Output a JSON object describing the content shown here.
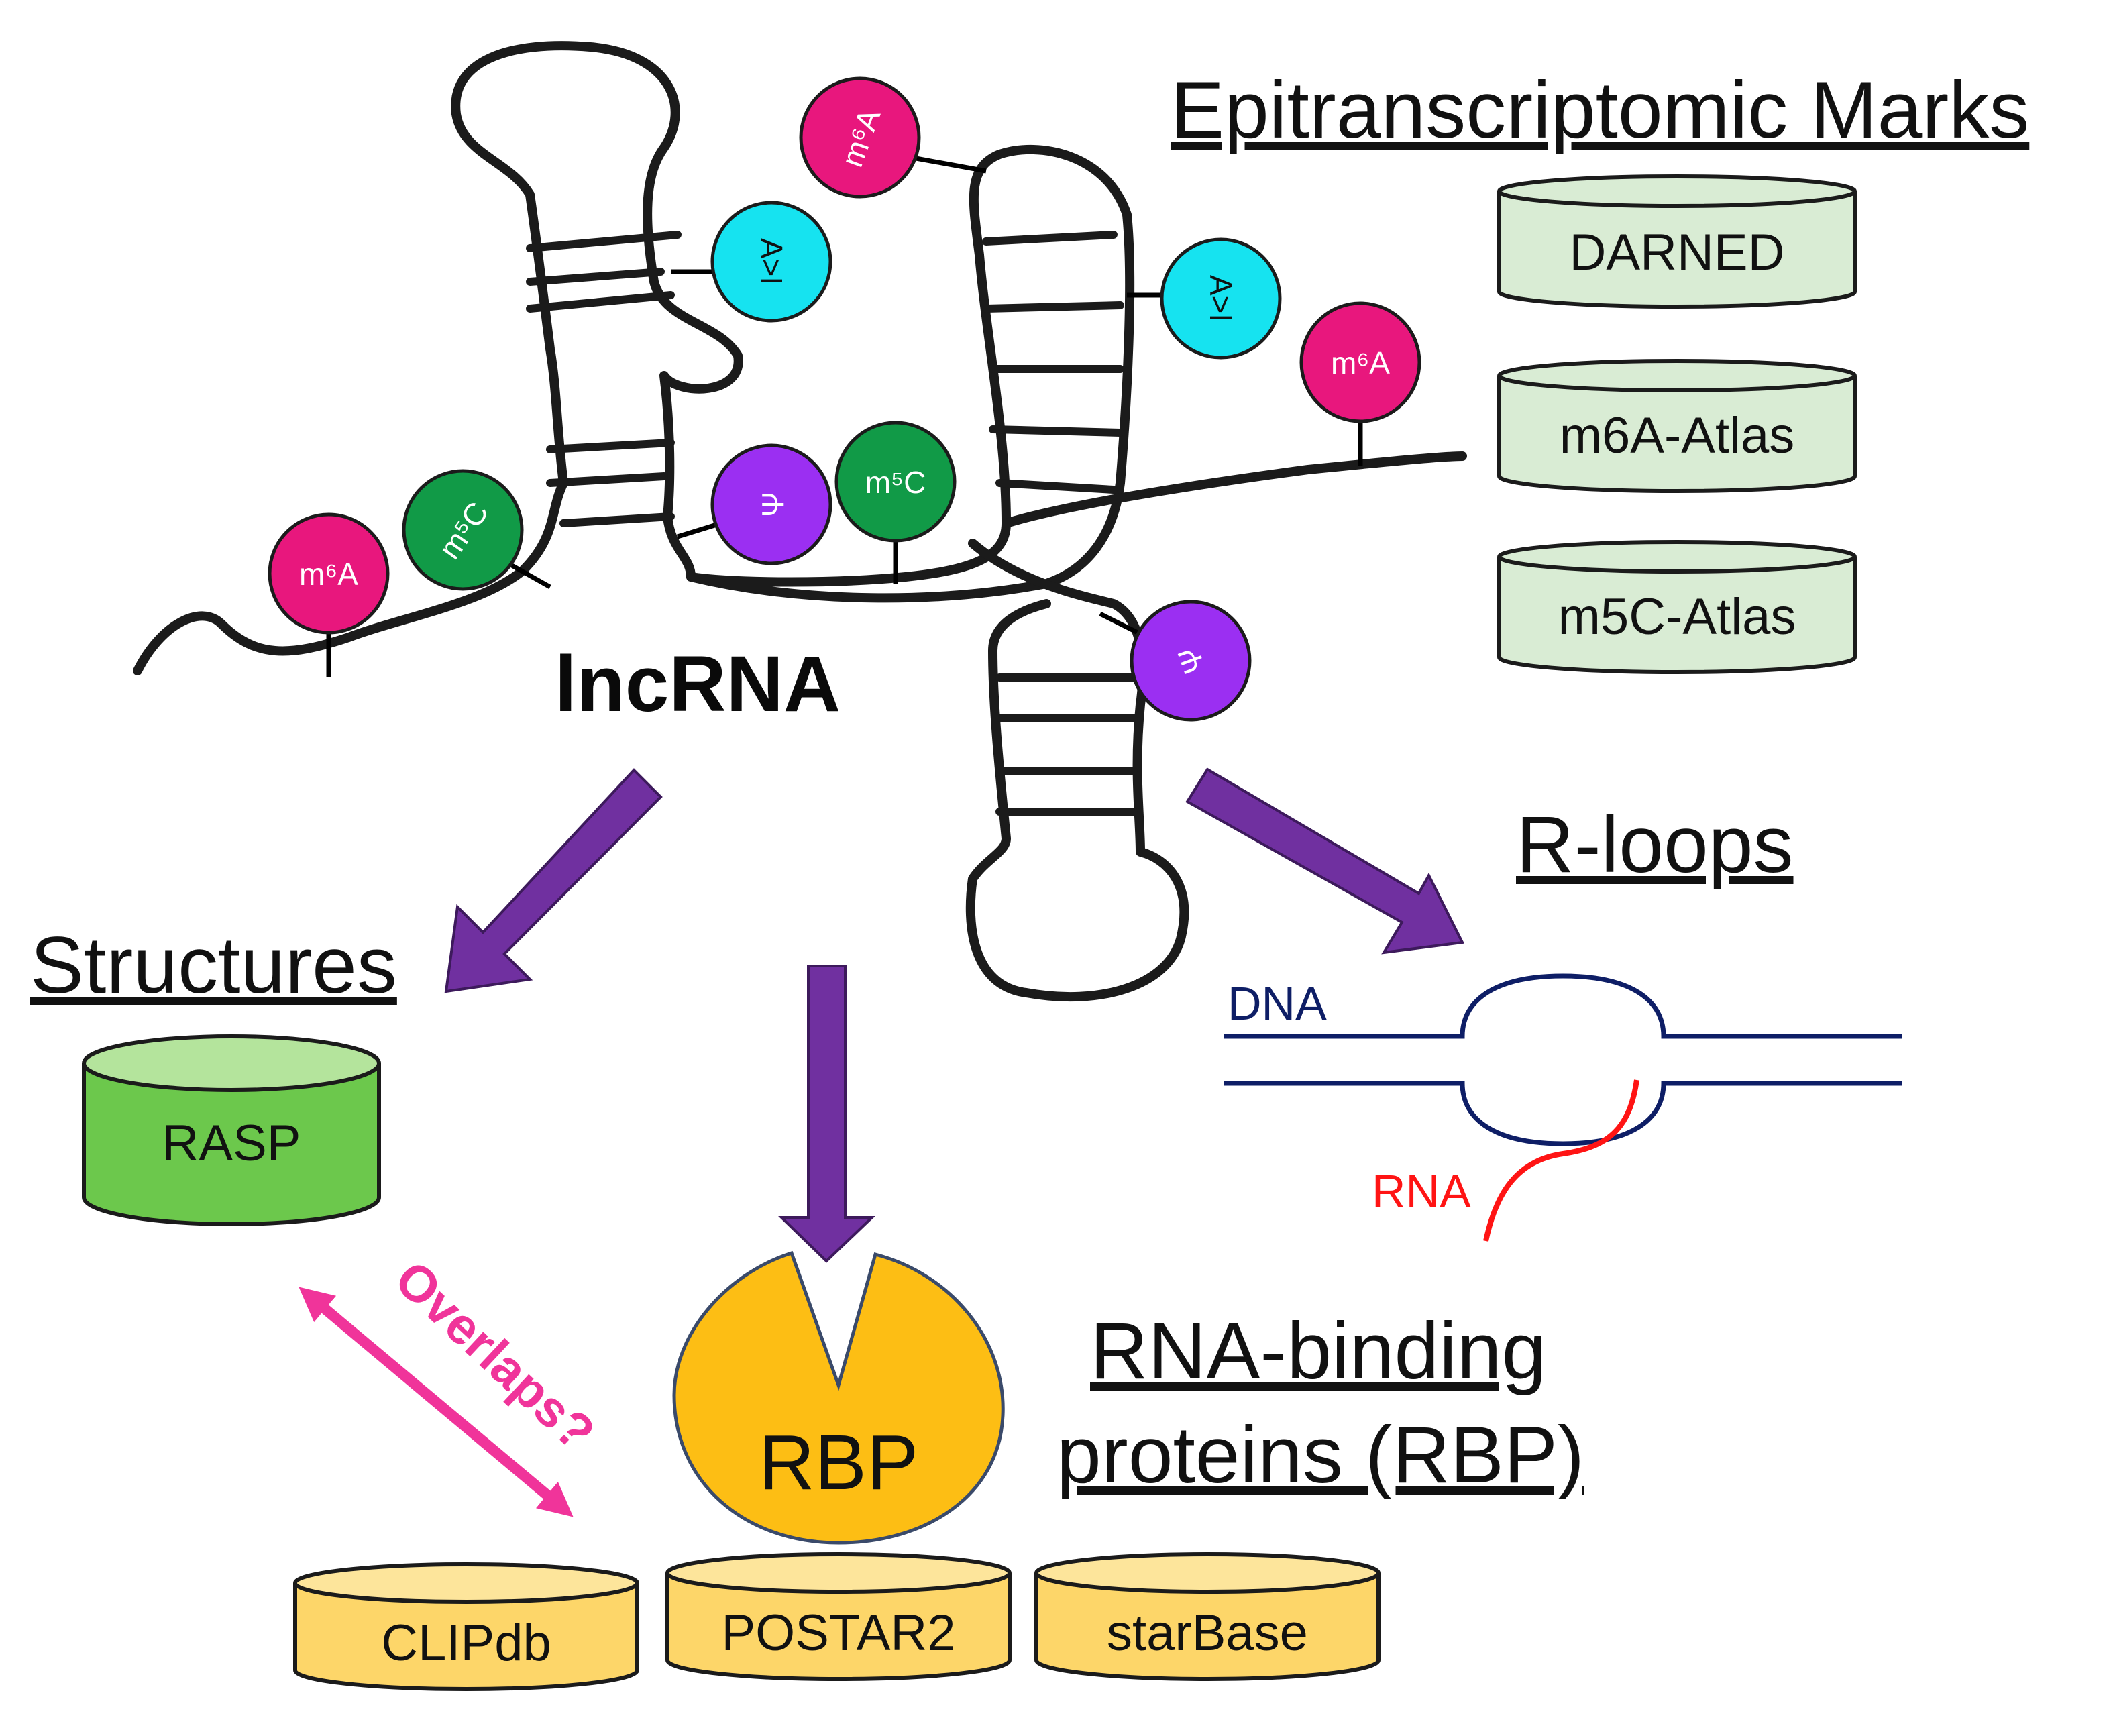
{
  "title": "lncRNA",
  "sections": {
    "epitranscriptomic": "Epitranscriptomic Marks",
    "structures": "Structures",
    "rloops": "R-loops",
    "rbp_heading_line1": "RNA-binding",
    "rbp_heading_line2": "proteins (RBP)"
  },
  "databases": {
    "darned": "DARNED",
    "m6a_atlas": "m6A-Atlas",
    "m5c_atlas": "m5C-Atlas",
    "rasp": "RASP",
    "clipdb": "CLIPdb",
    "postar2": "POSTAR2",
    "starbase": "starBase"
  },
  "marks": {
    "m6a": "m⁶A",
    "m5c": "m⁵C",
    "a_to_i": "A>I",
    "psi": "Ψ"
  },
  "rloop": {
    "dna_label": "DNA",
    "rna_label": "RNA"
  },
  "rbp_label": "RBP",
  "overlaps": "Overlaps?",
  "colors": {
    "m6a": "#e8177d",
    "m5c": "#119a47",
    "a_to_i": "#16e3f0",
    "psi": "#9b2ff2",
    "epi_db_fill": "#d9ecd4",
    "rasp_fill": "#6cc84c",
    "rasp_top": "#b4e49c",
    "rbp_db_fill": "#fdd669",
    "rbp_db_top": "#fde59b",
    "rbp_shape": "#fdbe14",
    "arrow": "#7030a0",
    "overlap_arrow": "#f0349a",
    "dna": "#0e1e66",
    "rna": "#ff1414"
  }
}
